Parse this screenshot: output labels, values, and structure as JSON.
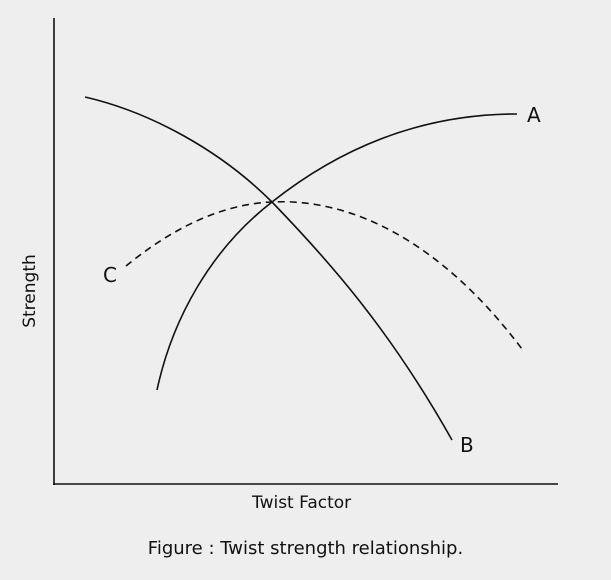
{
  "figure": {
    "caption": "Figure  : Twist strength relationship.",
    "x_axis_label": "Twist Factor",
    "y_axis_label": "Strength",
    "background_color": "#eeeeee",
    "line_color": "#111111"
  },
  "curves": [
    {
      "id": "A",
      "label": "A",
      "style": "solid",
      "trend": "rising, levelling off"
    },
    {
      "id": "B",
      "label": "B",
      "style": "solid",
      "trend": "falling, accelerating"
    },
    {
      "id": "C",
      "label": "C",
      "style": "dashed",
      "trend": "rises to a maximum then falls"
    }
  ],
  "chart_data": {
    "type": "line",
    "title": "Figure  : Twist strength relationship.",
    "xlabel": "Twist Factor",
    "ylabel": "Strength",
    "axis_ticks": "none",
    "grid": false,
    "legend": "inline curve labels (A, B, C)",
    "xlim": [
      0,
      100
    ],
    "ylim": [
      0,
      100
    ],
    "series": [
      {
        "name": "A",
        "style": "solid",
        "x": [
          20.6,
          30,
          43.1,
          60,
          80,
          92.4
        ],
        "y": [
          20.6,
          52,
          60.8,
          74,
          80,
          79.4
        ]
      },
      {
        "name": "B",
        "style": "solid",
        "x": [
          6.2,
          25,
          43.1,
          60,
          75,
          79.5
        ],
        "y": [
          83.7,
          72,
          60.8,
          38,
          12,
          9.2
        ]
      },
      {
        "name": "C",
        "style": "dashed",
        "x": [
          14.4,
          30,
          43.1,
          55,
          75,
          92.4
        ],
        "y": [
          46.8,
          57.5,
          60.8,
          60,
          45,
          28.8
        ]
      }
    ],
    "intersection": {
      "x": 43.1,
      "y": 60.8,
      "note": "A, B and C meet at one point, the peak of C"
    }
  }
}
